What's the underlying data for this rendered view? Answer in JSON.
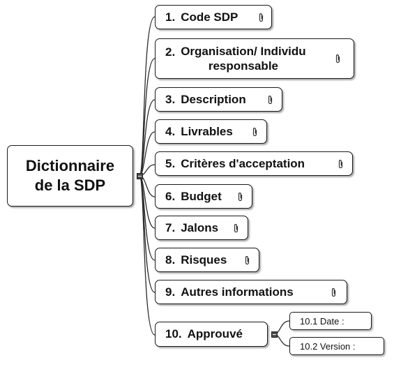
{
  "root": {
    "line1": "Dictionnaire",
    "line2": "de la SDP"
  },
  "branches": [
    {
      "num": "1.",
      "label": "Code SDP",
      "icon": "paperclip-icon"
    },
    {
      "num": "2.",
      "label_line1": "Organisation/ Individu",
      "label_line2": "responsable",
      "icon": "paperclip-icon"
    },
    {
      "num": "3.",
      "label": "Description",
      "icon": "paperclip-icon"
    },
    {
      "num": "4.",
      "label": "Livrables",
      "icon": "paperclip-icon"
    },
    {
      "num": "5.",
      "label": "Critères d'acceptation",
      "icon": "paperclip-icon"
    },
    {
      "num": "6.",
      "label": "Budget",
      "icon": "paperclip-icon"
    },
    {
      "num": "7.",
      "label": "Jalons",
      "icon": "paperclip-icon"
    },
    {
      "num": "8.",
      "label": "Risques",
      "icon": "paperclip-icon"
    },
    {
      "num": "9.",
      "label": "Autres informations",
      "icon": "paperclip-icon"
    },
    {
      "num": "10.",
      "label": "Approuvé",
      "children": [
        {
          "label": "10.1  Date :"
        },
        {
          "label": "10.2  Version :"
        }
      ]
    }
  ]
}
